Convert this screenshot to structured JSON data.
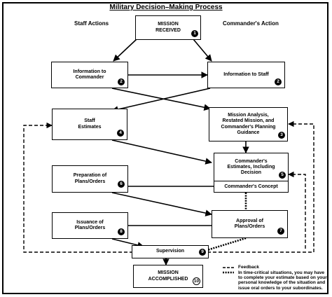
{
  "title": "Military Decision–Making Process",
  "columns": {
    "left": "Staff Actions",
    "right": "Commander's Action"
  },
  "boxes": {
    "mission_received": {
      "text": "MISSION\nRECEIVED",
      "num": "1"
    },
    "info_to_commander": {
      "text": "Information to\nCommander",
      "num": "2"
    },
    "info_to_staff": {
      "text": "Information to Staff",
      "num": "2"
    },
    "staff_estimates": {
      "text": "Staff\nEstimates",
      "num": "4"
    },
    "mission_analysis": {
      "text": "Mission Analysis,\nRestated Mission, and\nCommander's Planning\nGuidance",
      "num": "3"
    },
    "commanders_estimates": {
      "text": "Commander's\nEstimates, Including\nDecision",
      "num": "5"
    },
    "commanders_concept": {
      "text": "Commander's Concept"
    },
    "prep_plans": {
      "text": "Preparation of\nPlans/Orders",
      "num": "6"
    },
    "issuance_plans": {
      "text": "Issuance of\nPlans/Orders",
      "num": "8"
    },
    "approval_plans": {
      "text": "Approval of\nPlans/Orders",
      "num": "7"
    },
    "supervision": {
      "text": "Supervision",
      "num": "9"
    },
    "mission_accomplished": {
      "text": "MISSION\nACCOMPLISHED",
      "num": "10"
    }
  },
  "legend": {
    "feedback": "Feedback",
    "time_critical": "In time-critical situations, you may have to complete your estimate based on your personal knowledge of the situation and issue oral orders to your subordinates."
  }
}
